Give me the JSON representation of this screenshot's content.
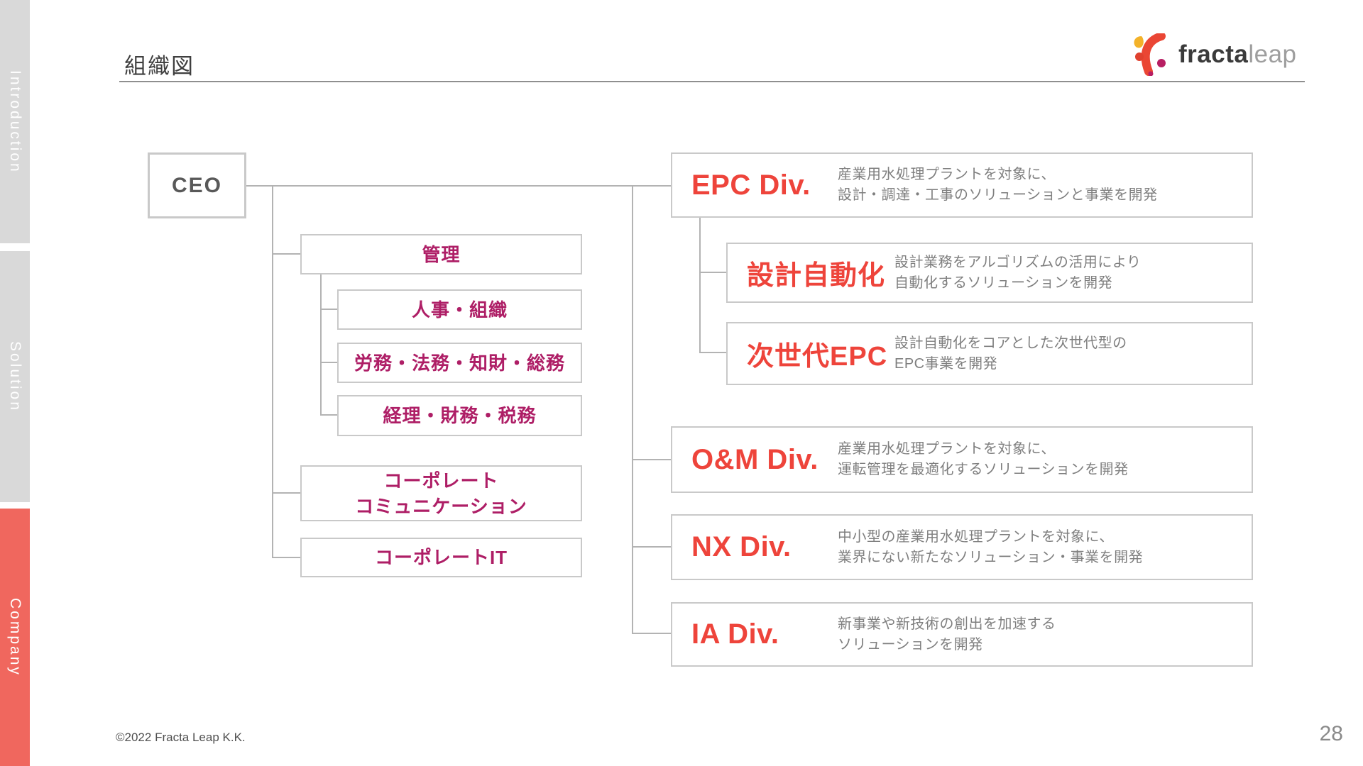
{
  "slide": {
    "title": "組織図",
    "copyright": "©2022 Fracta Leap K.K.",
    "page_number": "28"
  },
  "logo": {
    "brand_bold": "fracta",
    "brand_light": "leap",
    "mark": "fractaleap-swoosh-icon"
  },
  "sidebar": {
    "items": [
      {
        "label": "Introduction",
        "active": false
      },
      {
        "label": "Solution",
        "active": false
      },
      {
        "label": "Company",
        "active": true
      }
    ],
    "active_color": "#f0675e",
    "inactive_color": "#d9d9d9"
  },
  "org_chart": {
    "ceo": {
      "label": "CEO"
    },
    "admin_branch": {
      "management": {
        "label": "管理"
      },
      "management_children": [
        {
          "label": "人事・組織"
        },
        {
          "label": "労務・法務・知財・総務"
        },
        {
          "label": "経理・財務・税務"
        }
      ],
      "corporate_units": [
        {
          "line1": "コーポレート",
          "line2": "コミュニケーション"
        },
        {
          "line1": "コーポレートIT",
          "line2": ""
        }
      ],
      "text_color": "#ae1e66"
    },
    "divisions": [
      {
        "name": "EPC Div.",
        "desc_line1": "産業用水処理プラントを対象に、",
        "desc_line2": "設計・調達・工事のソリューションと事業を開発"
      },
      {
        "name": "設計自動化",
        "desc_line1": "設計業務をアルゴリズムの活用により",
        "desc_line2": "自動化するソリューションを開発"
      },
      {
        "name": "次世代EPC",
        "desc_line1": "設計自動化をコアとした次世代型の",
        "desc_line2": "EPC事業を開発"
      },
      {
        "name": "O&M Div.",
        "desc_line1": "産業用水処理プラントを対象に、",
        "desc_line2": "運転管理を最適化するソリューションを開発"
      },
      {
        "name": "NX Div.",
        "desc_line1": "中小型の産業用水処理プラントを対象に、",
        "desc_line2": "業界にない新たなソリューション・事業を開発"
      },
      {
        "name": "IA Div.",
        "desc_line1": "新事業や新技術の創出を加速する",
        "desc_line2": "ソリューションを開発"
      }
    ],
    "division_title_color": "#ee443b",
    "description_color": "#7f7f7f",
    "box_border_color": "#c9c9c9",
    "connector_color": "#b3b3b3"
  }
}
